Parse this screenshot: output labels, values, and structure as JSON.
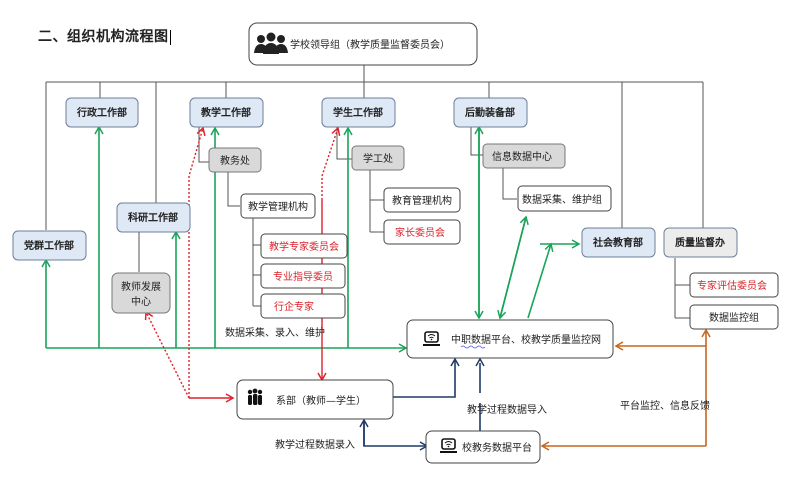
{
  "title": "二、组织机构流程图",
  "colors": {
    "blue_box_fill": "#dfe9f5",
    "gray_box_fill": "#d9d9d9",
    "white_box_fill": "#ffffff",
    "green_arrow": "#1aa35a",
    "red_dotted": "#e0202a",
    "navy_arrow": "#1f3a6b",
    "orange_arrow": "#c8651b",
    "red_text": "#d9232a"
  },
  "nodes": {
    "leadership": "学校领导组（教学质量监督委员会）",
    "admin_dept": "行政工作部",
    "teaching_dept": "教学工作部",
    "student_dept": "学生工作部",
    "logistics_dept": "后勤装备部",
    "party_dept": "党群工作部",
    "research_dept": "科研工作部",
    "academic_office": "教务处",
    "teaching_mgmt": "教学管理机构",
    "teaching_experts": "教学专家委员会",
    "major_guidance": "专业指导委员",
    "industry_experts": "行企专家",
    "student_office": "学工处",
    "education_mgmt": "教育管理机构",
    "parents_committee": "家长委员会",
    "info_center": "信息数据中心",
    "data_group": "数据采集、维护组",
    "social_edu": "社会教育部",
    "quality_office": "质量监督办",
    "expert_eval": "专家评估委员会",
    "data_monitor": "数据监控组",
    "teacher_dev_line1": "教师发展",
    "teacher_dev_line2": "中心",
    "platform": "中职数据平台、校教学质量监控网",
    "department": "系部（教师—学生）",
    "academic_platform": "校教务数据平台"
  },
  "labels": {
    "data_collect": "数据采集、录入、维护",
    "process_input": "教学过程数据录入",
    "process_import": "教学过程数据导入",
    "monitor_feedback": "平台监控、信息反馈"
  },
  "icons": {
    "leadership": "people-group-icon",
    "platform": "monitor-wifi-icon",
    "department": "people-icon",
    "academic_platform": "monitor-wifi-icon"
  }
}
